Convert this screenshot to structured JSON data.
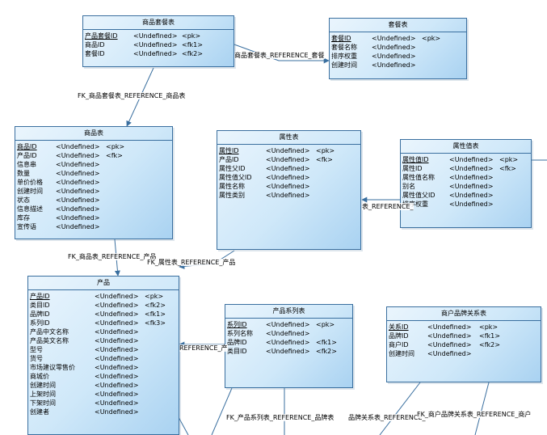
{
  "colors": {
    "entity_border": "#3a6f9f",
    "entity_fill": "#cfe8f9",
    "connector": "#3a6f9f"
  },
  "entities": {
    "product_package": {
      "title": "商品套餐表",
      "attributes": [
        {
          "name": "产品套餐ID",
          "type": "<Undefined>",
          "key": "<pk>",
          "pk": true
        },
        {
          "name": "商品ID",
          "type": "<Undefined>",
          "key": "<fk1>",
          "pk": false
        },
        {
          "name": "套餐ID",
          "type": "<Undefined>",
          "key": "<fk2>",
          "pk": false
        }
      ]
    },
    "package": {
      "title": "套餐表",
      "attributes": [
        {
          "name": "套餐ID",
          "type": "<Undefined>",
          "key": "<pk>",
          "pk": true
        },
        {
          "name": "套餐名称",
          "type": "<Undefined>",
          "key": "",
          "pk": false
        },
        {
          "name": "排序权重",
          "type": "<Undefined>",
          "key": "",
          "pk": false
        },
        {
          "name": "创建时间",
          "type": "<Undefined>",
          "key": "",
          "pk": false
        }
      ]
    },
    "goods": {
      "title": "商品表",
      "attributes": [
        {
          "name": "商品ID",
          "type": "<Undefined>",
          "key": "<pk>",
          "pk": true
        },
        {
          "name": "产品ID",
          "type": "<Undefined>",
          "key": "<fk>",
          "pk": false
        },
        {
          "name": "信息串",
          "type": "<Undefined>",
          "key": "",
          "pk": false
        },
        {
          "name": "数量",
          "type": "<Undefined>",
          "key": "",
          "pk": false
        },
        {
          "name": "单价价格",
          "type": "<Undefined>",
          "key": "",
          "pk": false
        },
        {
          "name": "创建时间",
          "type": "<Undefined>",
          "key": "",
          "pk": false
        },
        {
          "name": "状态",
          "type": "<Undefined>",
          "key": "",
          "pk": false
        },
        {
          "name": "信息描述",
          "type": "<Undefined>",
          "key": "",
          "pk": false
        },
        {
          "name": "库存",
          "type": "<Undefined>",
          "key": "",
          "pk": false
        },
        {
          "name": "宣传语",
          "type": "<Undefined>",
          "key": "",
          "pk": false
        }
      ]
    },
    "attribute": {
      "title": "属性表",
      "attributes": [
        {
          "name": "属性ID",
          "type": "<Undefined>",
          "key": "<pk>",
          "pk": true
        },
        {
          "name": "产品ID",
          "type": "<Undefined>",
          "key": "<fk>",
          "pk": false
        },
        {
          "name": "属性父ID",
          "type": "<Undefined>",
          "key": "",
          "pk": false
        },
        {
          "name": "属性值父ID",
          "type": "<Undefined>",
          "key": "",
          "pk": false
        },
        {
          "name": "属性名称",
          "type": "<Undefined>",
          "key": "",
          "pk": false
        },
        {
          "name": "属性类别",
          "type": "<Undefined>",
          "key": "",
          "pk": false
        }
      ]
    },
    "attribute_value": {
      "title": "属性值表",
      "attributes": [
        {
          "name": "属性值ID",
          "type": "<Undefined>",
          "key": "<pk>",
          "pk": true
        },
        {
          "name": "属性ID",
          "type": "<Undefined>",
          "key": "<fk>",
          "pk": false
        },
        {
          "name": "属性值名称",
          "type": "<Undefined>",
          "key": "",
          "pk": false
        },
        {
          "name": "别名",
          "type": "<Undefined>",
          "key": "",
          "pk": false
        },
        {
          "name": "属性值父ID",
          "type": "<Undefined>",
          "key": "",
          "pk": false
        },
        {
          "name": "排序权重",
          "type": "<Undefined>",
          "key": "",
          "pk": false
        }
      ]
    },
    "product": {
      "title": "产品",
      "attributes": [
        {
          "name": "产品ID",
          "type": "<Undefined>",
          "key": "<pk>",
          "pk": true
        },
        {
          "name": "类目ID",
          "type": "<Undefined>",
          "key": "<fk2>",
          "pk": false
        },
        {
          "name": "品牌ID",
          "type": "<Undefined>",
          "key": "<fk1>",
          "pk": false
        },
        {
          "name": "系列ID",
          "type": "<Undefined>",
          "key": "<fk3>",
          "pk": false
        },
        {
          "name": "产品中文名称",
          "type": "<Undefined>",
          "key": "",
          "pk": false
        },
        {
          "name": "产品英文名称",
          "type": "<Undefined>",
          "key": "",
          "pk": false
        },
        {
          "name": "型号",
          "type": "<Undefined>",
          "key": "",
          "pk": false
        },
        {
          "name": "货号",
          "type": "<Undefined>",
          "key": "",
          "pk": false
        },
        {
          "name": "市场建议零售价",
          "type": "<Undefined>",
          "key": "",
          "pk": false
        },
        {
          "name": "商城价",
          "type": "<Undefined>",
          "key": "",
          "pk": false
        },
        {
          "name": "创建时间",
          "type": "<Undefined>",
          "key": "",
          "pk": false
        },
        {
          "name": "上架时间",
          "type": "<Undefined>",
          "key": "",
          "pk": false
        },
        {
          "name": "下架时间",
          "type": "<Undefined>",
          "key": "",
          "pk": false
        },
        {
          "name": "创建者",
          "type": "<Undefined>",
          "key": "",
          "pk": false
        }
      ]
    },
    "product_series": {
      "title": "产品系列表",
      "attributes": [
        {
          "name": "系列ID",
          "type": "<Undefined>",
          "key": "<pk>",
          "pk": true
        },
        {
          "name": "系列名称",
          "type": "<Undefined>",
          "key": "",
          "pk": false
        },
        {
          "name": "品牌ID",
          "type": "<Undefined>",
          "key": "<fk1>",
          "pk": false
        },
        {
          "name": "类目ID",
          "type": "<Undefined>",
          "key": "<fk2>",
          "pk": false
        }
      ]
    },
    "merchant_brand": {
      "title": "商户品牌关系表",
      "attributes": [
        {
          "name": "关系ID",
          "type": "<Undefined>",
          "key": "<pk>",
          "pk": true
        },
        {
          "name": "品牌ID",
          "type": "<Undefined>",
          "key": "<fk1>",
          "pk": false
        },
        {
          "name": "商户ID",
          "type": "<Undefined>",
          "key": "<fk2>",
          "pk": false
        },
        {
          "name": "创建时间",
          "type": "<Undefined>",
          "key": "",
          "pk": false
        }
      ]
    }
  },
  "relationships": {
    "r1": "商品套餐表_REFERENCE_套餐",
    "r2": "FK_商品套餐表_REFERENCE_商品表",
    "r3": "表_REFERENCE_",
    "r4": "FK_商品表_REFERENCE_产品",
    "r5": "FK_属性表_REFERENCE_产品",
    "r6": "REFERENCE_产",
    "r7": "FK_产品系列表_REFERENCE_品牌表",
    "r8": "品牌关系表_REFERENCE_",
    "r9": "FK_商户品牌关系表_REFERENCE_商户"
  }
}
